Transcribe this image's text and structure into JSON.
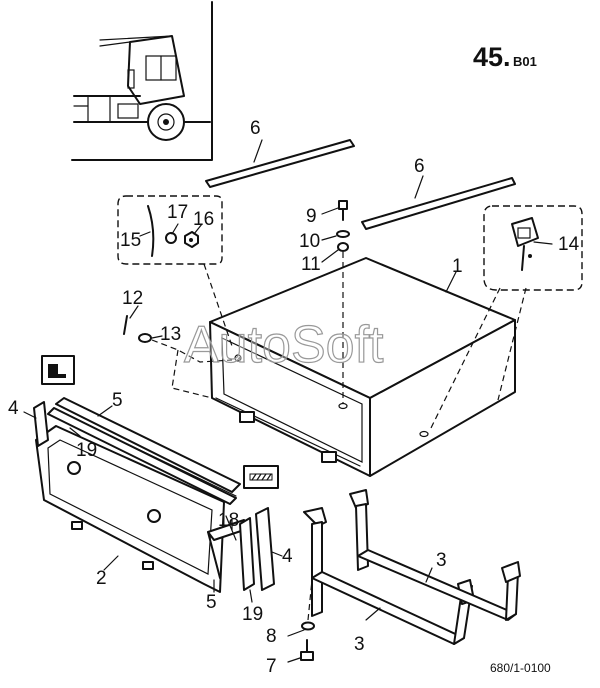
{
  "page_number": "45.",
  "page_suffix": "B01",
  "drawing_ref": "680/1-0100",
  "watermark": "AutoSoft",
  "callouts": {
    "c1": "1",
    "c2": "2",
    "c3a": "3",
    "c3b": "3",
    "c4a": "4",
    "c4b": "4",
    "c5a": "5",
    "c5b": "5",
    "c6a": "6",
    "c6b": "6",
    "c7": "7",
    "c8": "8",
    "c9": "9",
    "c10": "10",
    "c11": "11",
    "c12": "12",
    "c13": "13",
    "c14": "14",
    "c15": "15",
    "c16": "16",
    "c17": "17",
    "c18": "18",
    "c19a": "19",
    "c19b": "19"
  }
}
